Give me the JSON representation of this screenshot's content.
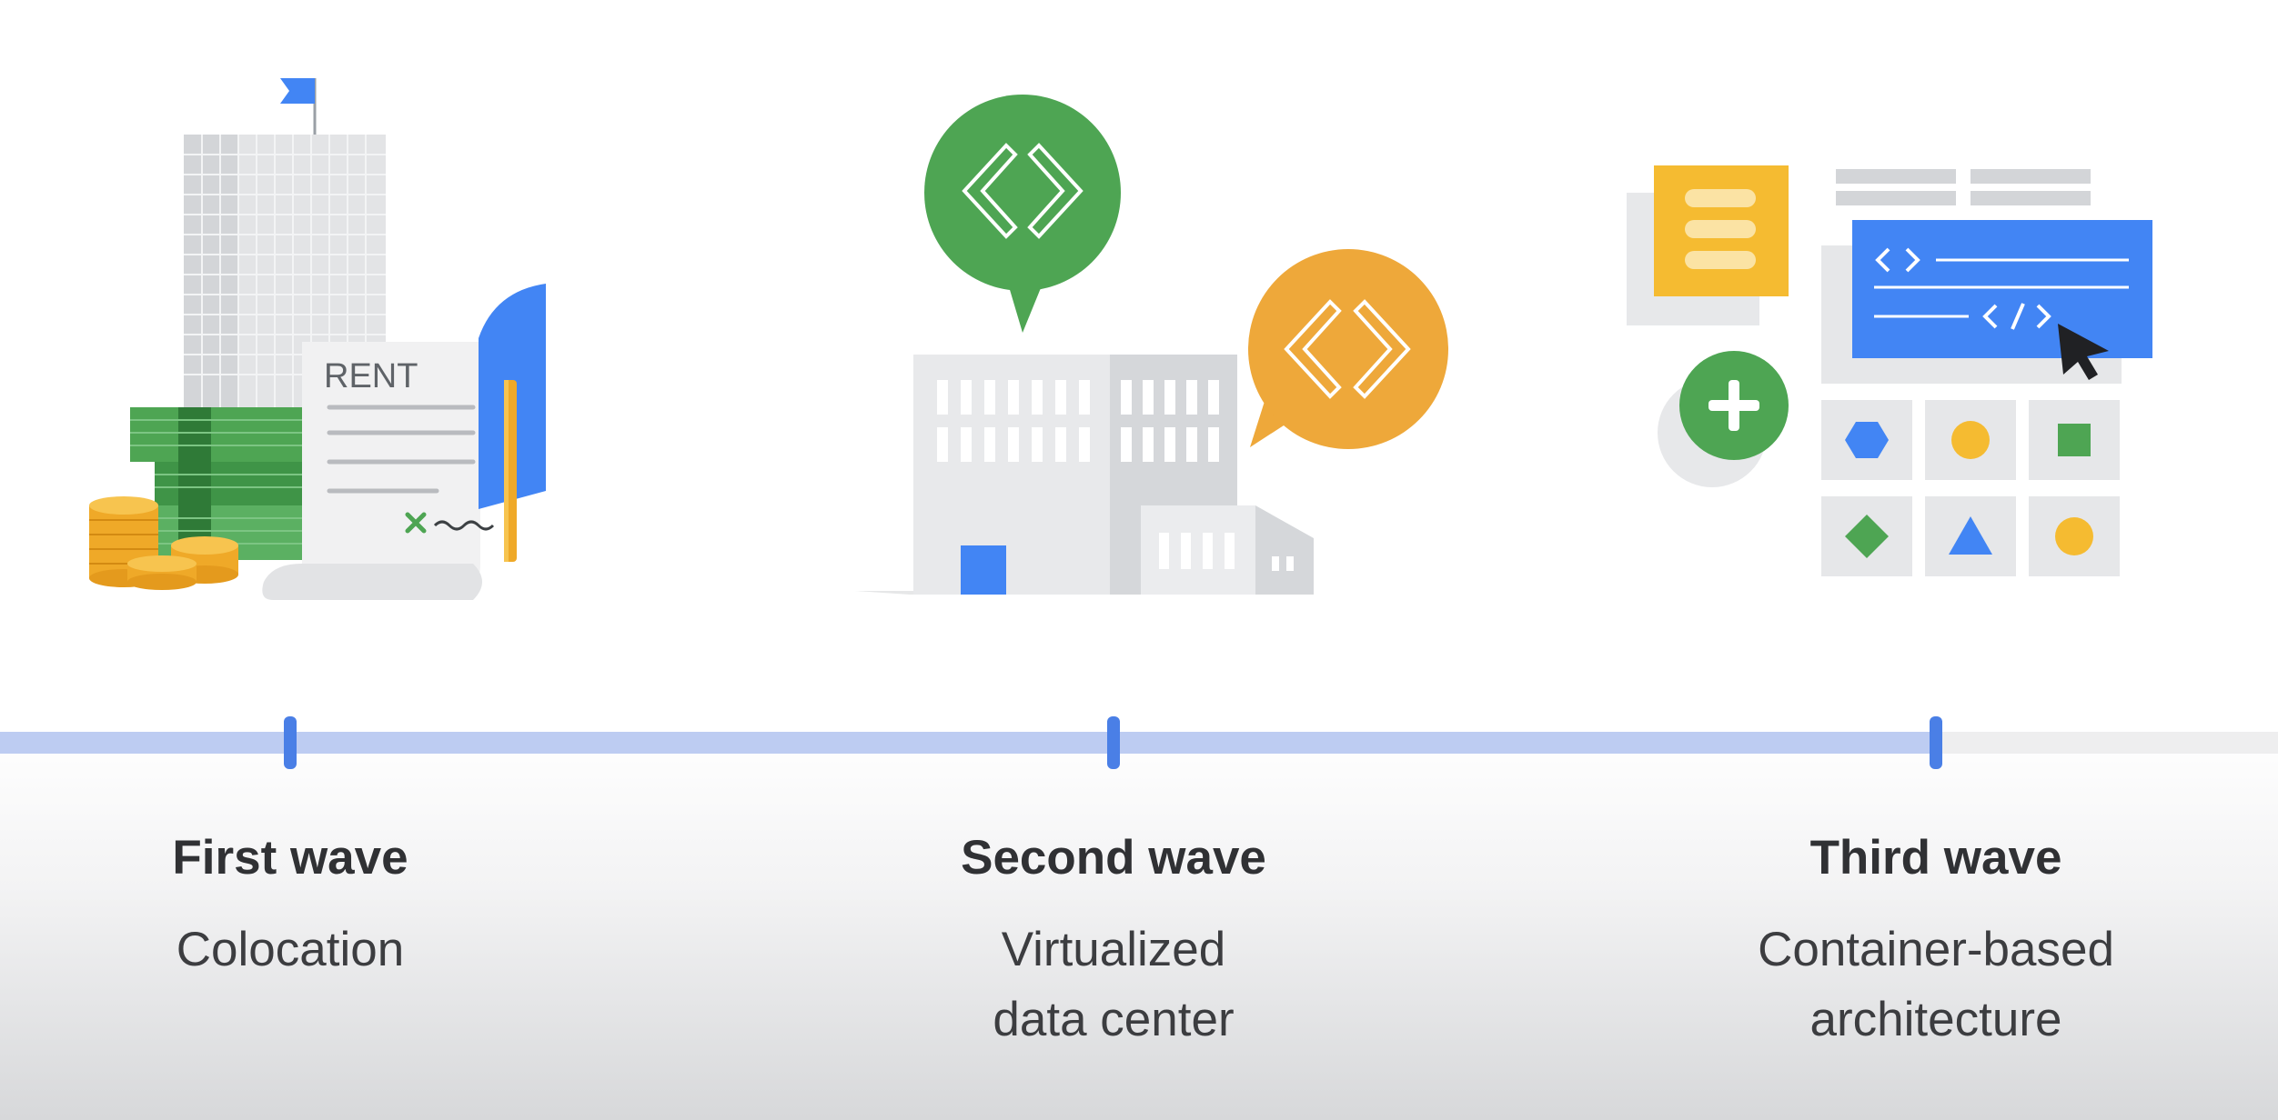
{
  "waves": [
    {
      "title": "First wave",
      "description": [
        "Colocation"
      ],
      "illustration": "rent-building-icon"
    },
    {
      "title": "Second wave",
      "description": [
        "Virtualized",
        "data center"
      ],
      "illustration": "datacenter-code-icon"
    },
    {
      "title": "Third wave",
      "description": [
        "Container-based",
        "architecture"
      ],
      "illustration": "container-ui-icon"
    }
  ],
  "illustration_text": {
    "rent_label": "RENT",
    "code_glyph_small": "<>",
    "code_glyph_close": "</>"
  },
  "colors": {
    "timeline_track": "#bdccf2",
    "timeline_tick": "#4a7fe6",
    "google_blue": "#4285f4",
    "google_green": "#4ea553",
    "google_yellow": "#f5bb31",
    "google_orange": "#eea83a"
  }
}
